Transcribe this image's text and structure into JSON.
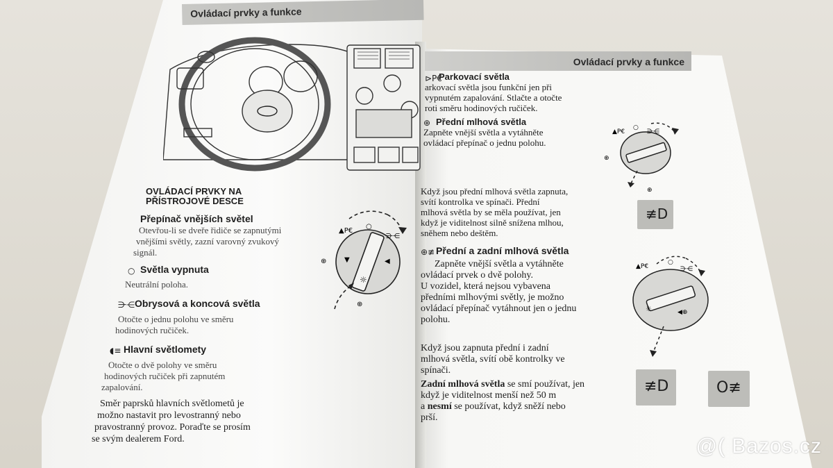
{
  "header": {
    "left_title": "Ovládací prvky a funkce",
    "right_title": "Ovládací prvky a funkce"
  },
  "left": {
    "section_title_1": "OVLÁDACÍ PRVKY NA",
    "section_title_2": "PŘÍSTROJOVÉ DESCE",
    "switch_heading": "Přepínač vnějších světel",
    "switch_text": [
      "Otevřou-li se dveře řidiče se zapnutými",
      "vnějšími světly, zazní varovný zvukový",
      "signál."
    ],
    "off_heading": "Světla vypnuta",
    "off_text": "Neutrální poloha.",
    "side_heading": "Obrysová a koncová světla",
    "side_text": [
      "Otočte o jednu polohu ve směru",
      "hodinových ručiček."
    ],
    "main_heading": "Hlavní světlomety",
    "main_text": [
      "Otočte o dvě polohy ve směru",
      "hodinových ručiček při zapnutém",
      "zapalování."
    ],
    "beam_text": [
      "Směr paprsků hlavních světlometů je",
      "možno nastavit pro levostranný nebo",
      "pravostranný provoz. Poraďte se prosím",
      "se svým dealerem Ford."
    ]
  },
  "right": {
    "park_heading": "Parkovací světla",
    "park_text": [
      "arkovací světla jsou funkční jen při",
      "vypnutém zapalování. Stlačte a otočte",
      "roti směru hodinových ručiček."
    ],
    "front_heading": "Přední mlhová světla",
    "front_text": [
      "Zapněte vnější světla a vytáhněte",
      "ovládací přepínač o jednu polohu."
    ],
    "front_on": [
      "Když jsou přední mlhová světla zapnuta,",
      "svítí kontrolka ve spínači. Přední",
      "mlhová světla by se měla používat, jen",
      "když je viditelnost silně snížena mlhou,",
      "sněhem nebo deštěm."
    ],
    "both_heading": "Přední a zadní mlhová světla",
    "both_text": [
      "Zapněte vnější světla a vytáhněte",
      "ovládací prvek o dvě polohy."
    ],
    "vehicles_text": [
      "U vozidel, která nejsou vybavena",
      "předními mlhovými světly, je možno",
      "ovládací přepínač vytáhnout jen o jednu",
      "polohu."
    ],
    "both_on": [
      "Když jsou zapnuta přední i zadní",
      "mlhová světla, svítí obě kontrolky ve",
      "spínači."
    ],
    "rear_line1_bold": "Zadní mlhová světla",
    "rear_line1_rest": " se smí používat, jen",
    "rear_line2": "když je viditelnost menší než 50 m",
    "rear_line3_pre": "a ",
    "rear_line3_bold": "nesmí",
    "rear_line3_rest": " se používat, když sněží nebo",
    "rear_line4": "prší."
  },
  "watermark": "@( Bazos.cz",
  "colors": {
    "page": "#fafaf8",
    "header_band": "#bdbdb9",
    "text": "#1e1e1e",
    "table": "#d9d5cc"
  }
}
